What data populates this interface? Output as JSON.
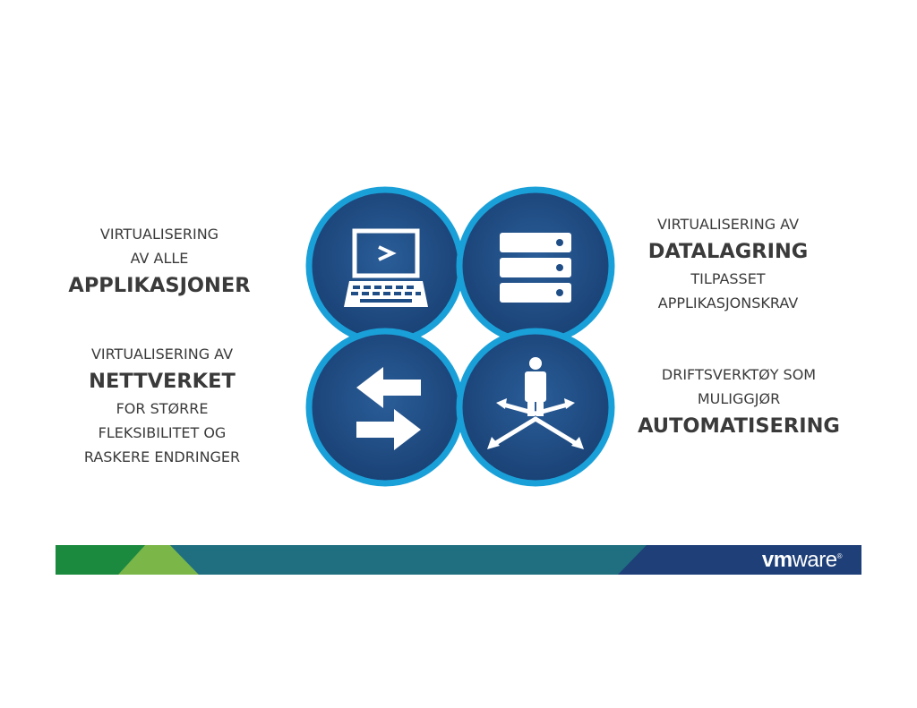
{
  "captions": {
    "applications": {
      "lines": [
        "VIRTUALISERING",
        "AV ALLE"
      ],
      "emphasis": "APPLIKASJONER"
    },
    "network": {
      "intro": "VIRTUALISERING AV",
      "emphasis": "NETTVERKET",
      "lines": [
        "FOR STØRRE",
        "FLEKSIBILITET OG",
        "RASKERE ENDRINGER"
      ]
    },
    "storage": {
      "intro": "VIRTUALISERING AV",
      "emphasis": "DATALAGRING",
      "lines": [
        "TILPASSET",
        "APPLIKASJONSKRAV"
      ]
    },
    "automation": {
      "lines": [
        "DRIFTSVERKTØY SOM",
        "MULIGGJØR"
      ],
      "emphasis": "AUTOMATISERING"
    }
  },
  "icons": [
    "laptop-terminal-icon",
    "server-stack-icon",
    "network-arrows-icon",
    "admin-automation-icon"
  ],
  "brand": {
    "name_bold": "vm",
    "name_regular": "ware",
    "mark": "®"
  },
  "colors": {
    "circle_fill": "#1f4d86",
    "circle_ring": "#1aa0d8",
    "banner_green": "#1b8a3e",
    "banner_lightgreen": "#7ab648",
    "banner_teal": "#1f6f80",
    "banner_navy": "#1e3f78",
    "text": "#3a3a3a"
  }
}
